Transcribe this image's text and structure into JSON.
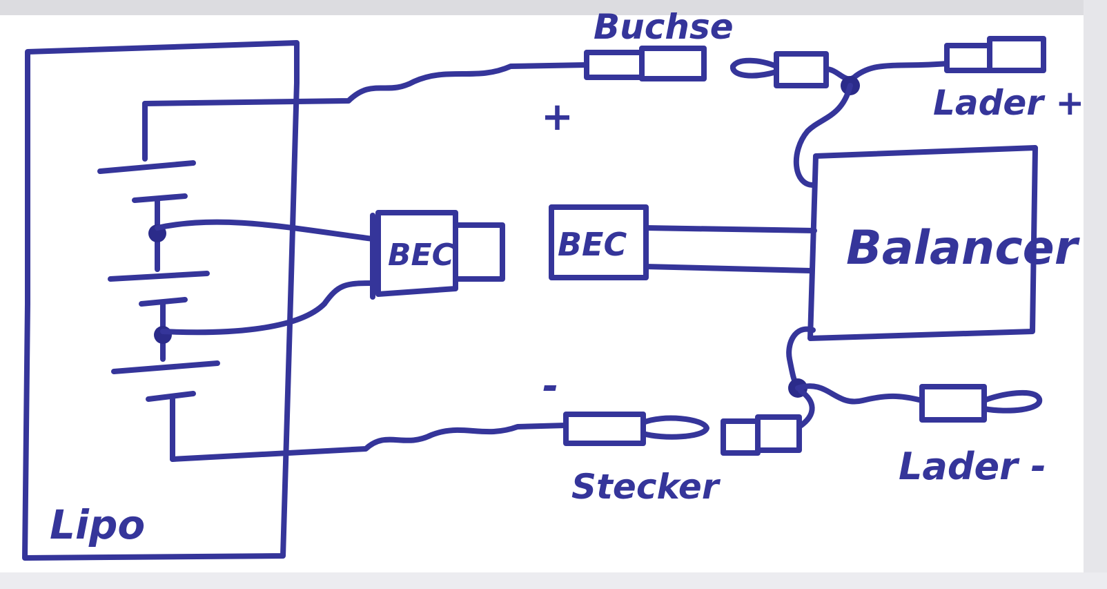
{
  "labels": {
    "lipo": "Lipo",
    "buchse": "Buchse",
    "plus": "+",
    "minus": "-",
    "bec_left": "BEC",
    "bec_center": "BEC",
    "balancer": "Balancer",
    "lader_plus": "Lader +",
    "lader_minus": "Lader -",
    "stecker": "Stecker"
  },
  "colors": {
    "ink": "#35359a",
    "paper": "#ffffff"
  }
}
